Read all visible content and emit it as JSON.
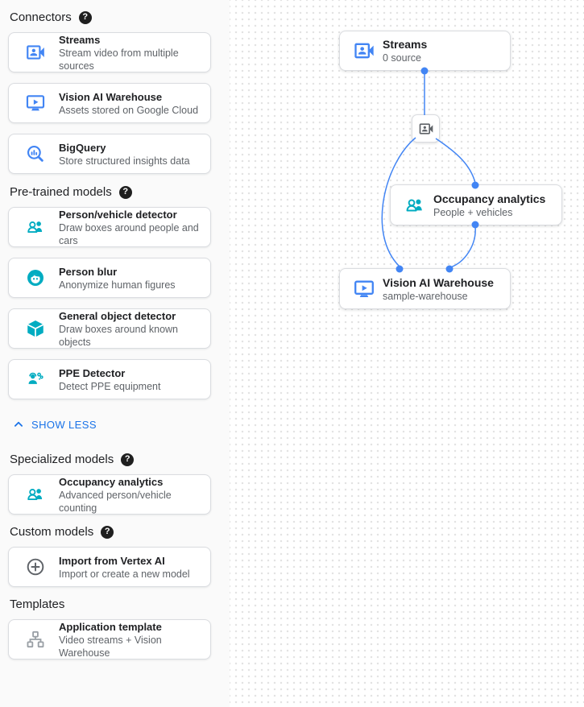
{
  "glyphs": {
    "help": "?"
  },
  "colors": {
    "accent_blue": "#4285F4",
    "link_blue": "#1a73e8",
    "model_teal": "#00ACC1",
    "icon_gray": "#5f6368",
    "card_border": "#dadce0",
    "sidebar_bg": "#fafafa"
  },
  "sidebar": {
    "sections": [
      {
        "title": "Connectors",
        "cards": [
          {
            "icon": "video-camera-front-icon",
            "title": "Streams",
            "subtitle": "Stream video from multiple sources"
          },
          {
            "icon": "monitor-play-icon",
            "title": "Vision AI Warehouse",
            "subtitle": "Assets stored on Google Cloud"
          },
          {
            "icon": "bigquery-search-icon",
            "title": "BigQuery",
            "subtitle": "Store structured insights data"
          }
        ]
      },
      {
        "title": "Pre-trained models",
        "collapse_label": "SHOW LESS",
        "cards": [
          {
            "icon": "two-person-icon",
            "title": "Person/vehicle detector",
            "subtitle": "Draw boxes around people and cars"
          },
          {
            "icon": "face-blur-icon",
            "title": "Person blur",
            "subtitle": "Anonymize human figures"
          },
          {
            "icon": "cube-icon",
            "title": "General object detector",
            "subtitle": "Draw boxes around known objects"
          },
          {
            "icon": "ppe-person-icon",
            "title": "PPE Detector",
            "subtitle": "Detect PPE equipment"
          }
        ]
      },
      {
        "title": "Specialized models",
        "cards": [
          {
            "icon": "two-person-icon",
            "title": "Occupancy analytics",
            "subtitle": "Advanced person/vehicle counting"
          }
        ]
      },
      {
        "title": "Custom models",
        "cards": [
          {
            "icon": "plus-circle-icon",
            "title": "Import from Vertex AI",
            "subtitle": "Import or create a new model"
          }
        ]
      },
      {
        "title": "Templates",
        "cards": [
          {
            "icon": "org-tree-icon",
            "title": "Application template",
            "subtitle": "Video streams + Vision Warehouse"
          }
        ]
      }
    ]
  },
  "canvas": {
    "nodes": {
      "streams": {
        "icon": "video-camera-front-icon",
        "title": "Streams",
        "subtitle": "0 source"
      },
      "source": {
        "icon": "video-camera-front-icon"
      },
      "occupancy": {
        "icon": "two-person-icon",
        "title": "Occupancy analytics",
        "subtitle": "People + vehicles"
      },
      "warehouse": {
        "icon": "monitor-play-icon",
        "title": "Vision AI Warehouse",
        "subtitle": "sample-warehouse"
      }
    }
  }
}
